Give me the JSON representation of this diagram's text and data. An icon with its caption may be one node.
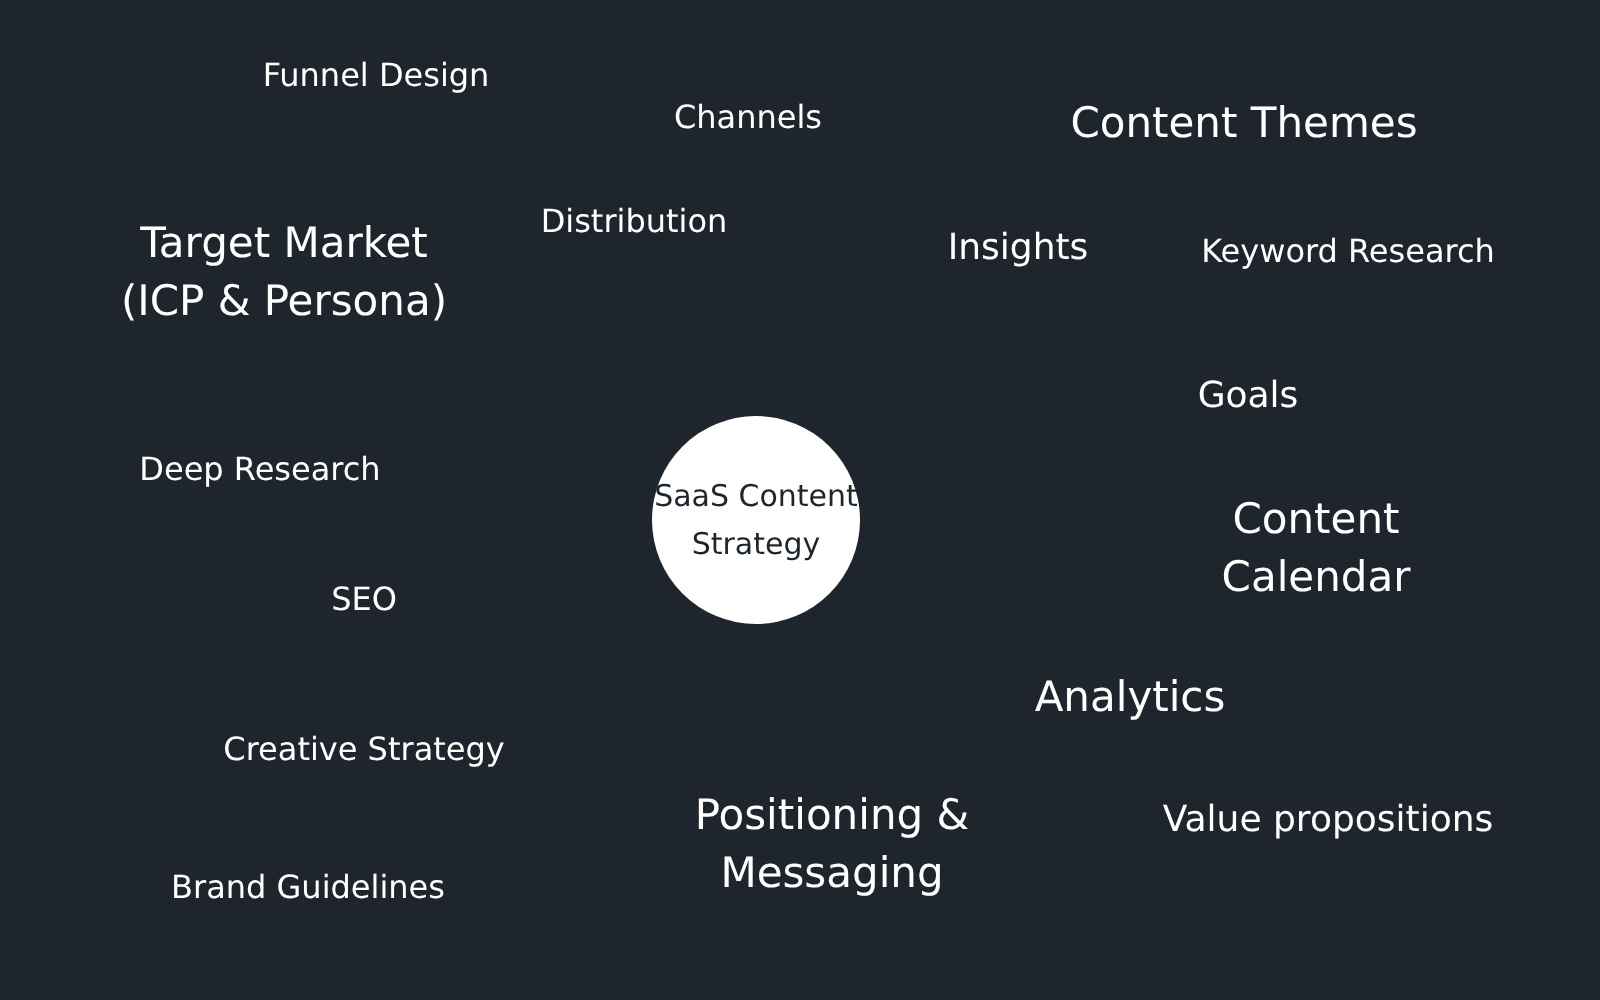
{
  "diagram": {
    "nodes": [
      {
        "text": [
          "SaaS Content Strategy"
        ]
      }
    ],
    "labels": [
      "Funnel Design",
      "Channels",
      "Content Themes",
      "Distribution",
      "Target Market (ICP & Persona)",
      "Insights",
      "Keyword Research",
      "Goals",
      "Deep Research",
      "Content Calendar",
      "SEO",
      "Analytics",
      "Creative Strategy",
      "Positioning & Messaging",
      "Value propositions",
      "Brand Guidelines"
    ]
  }
}
